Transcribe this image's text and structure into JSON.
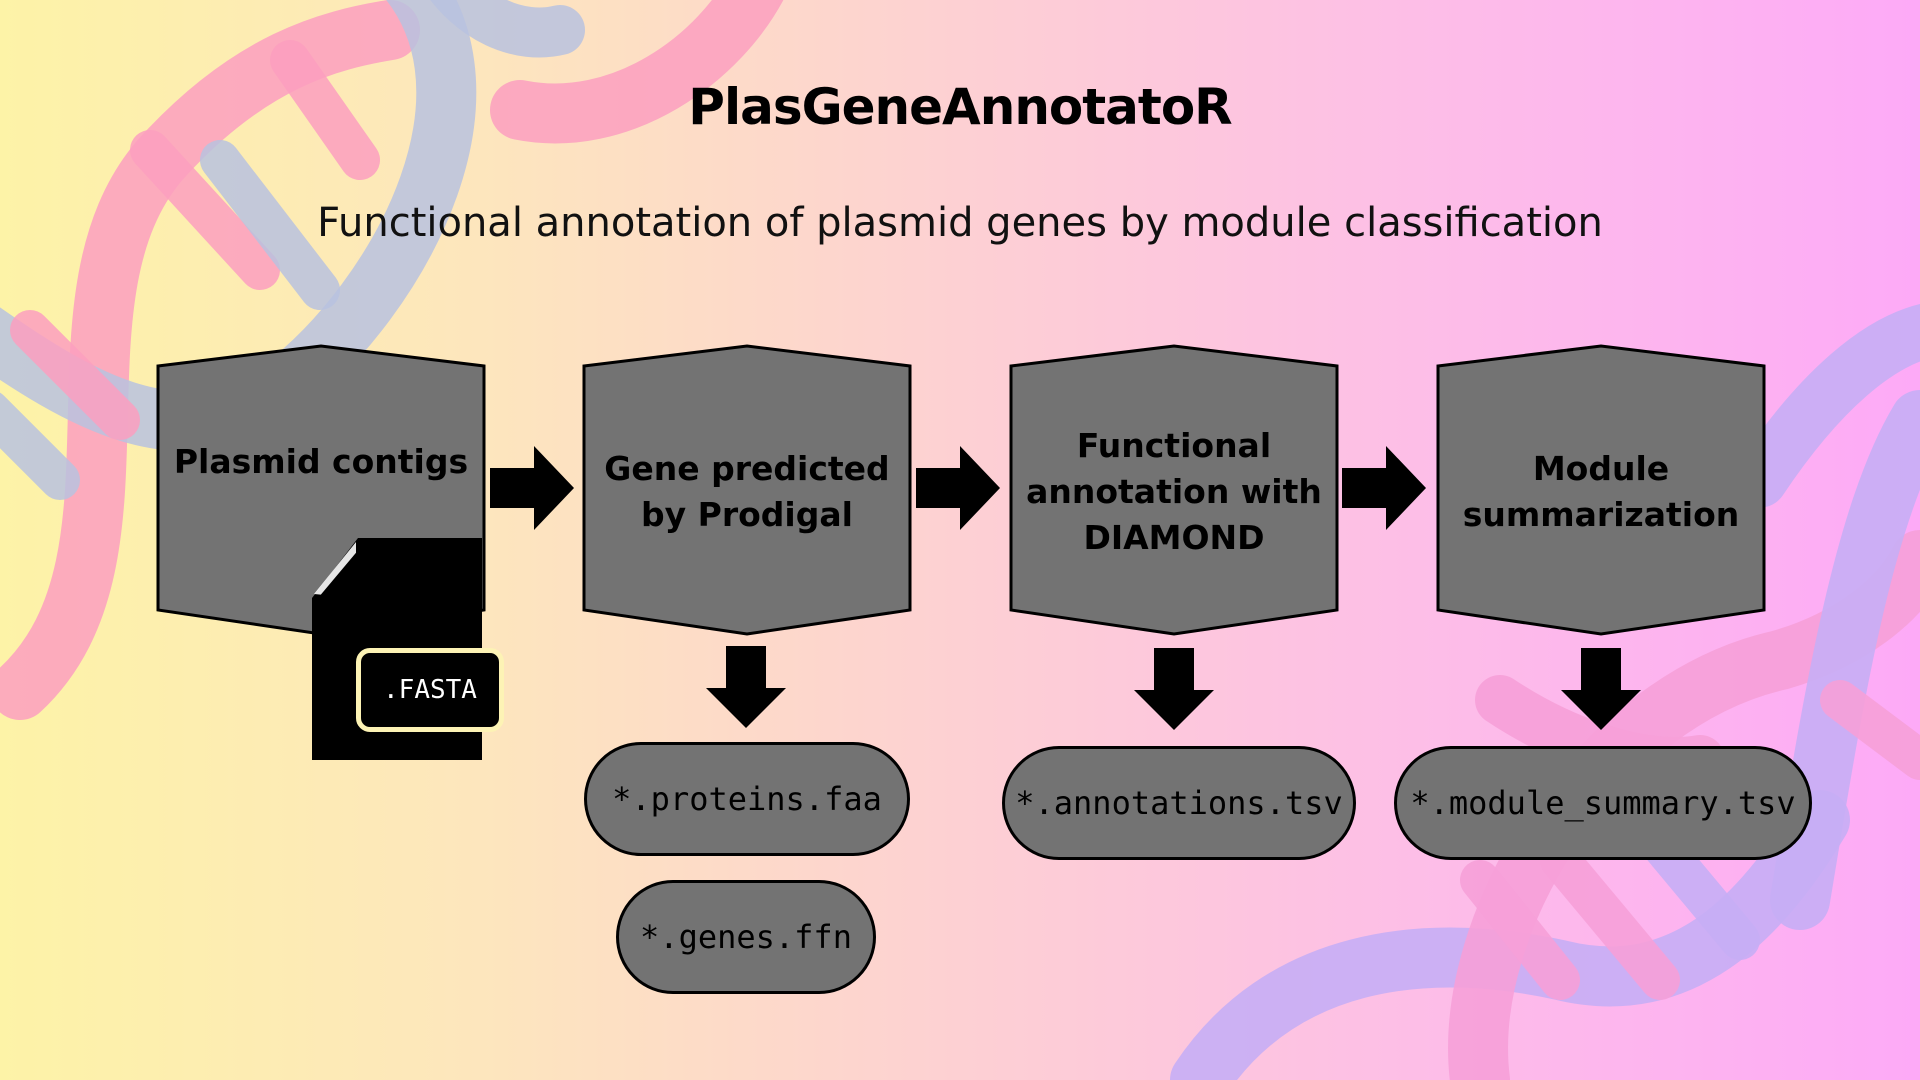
{
  "title": "PlasGeneAnnotatoR",
  "subtitle": "Functional annotation of plasmid genes by module classification",
  "steps": [
    {
      "label": "Plasmid contigs"
    },
    {
      "label": "Gene predicted by Prodigal"
    },
    {
      "label": "Functional annotation with DIAMOND"
    },
    {
      "label": "Module summarization"
    }
  ],
  "input_file": {
    "extension": ".FASTA",
    "icon": "document-icon"
  },
  "outputs": {
    "prodigal": [
      "*.proteins.faa",
      "*.genes.ffn"
    ],
    "diamond": [
      "*.annotations.tsv"
    ],
    "summary": [
      "*.module_summary.tsv"
    ]
  },
  "colors": {
    "step_fill": "#737373",
    "stroke": "#000000",
    "dna_pink": "#fb9fc0",
    "dna_blue": "#b9c2df",
    "dna_purple": "#c7aef5",
    "bg_left": "#fdf3a7",
    "bg_right": "#fdaaf7"
  }
}
